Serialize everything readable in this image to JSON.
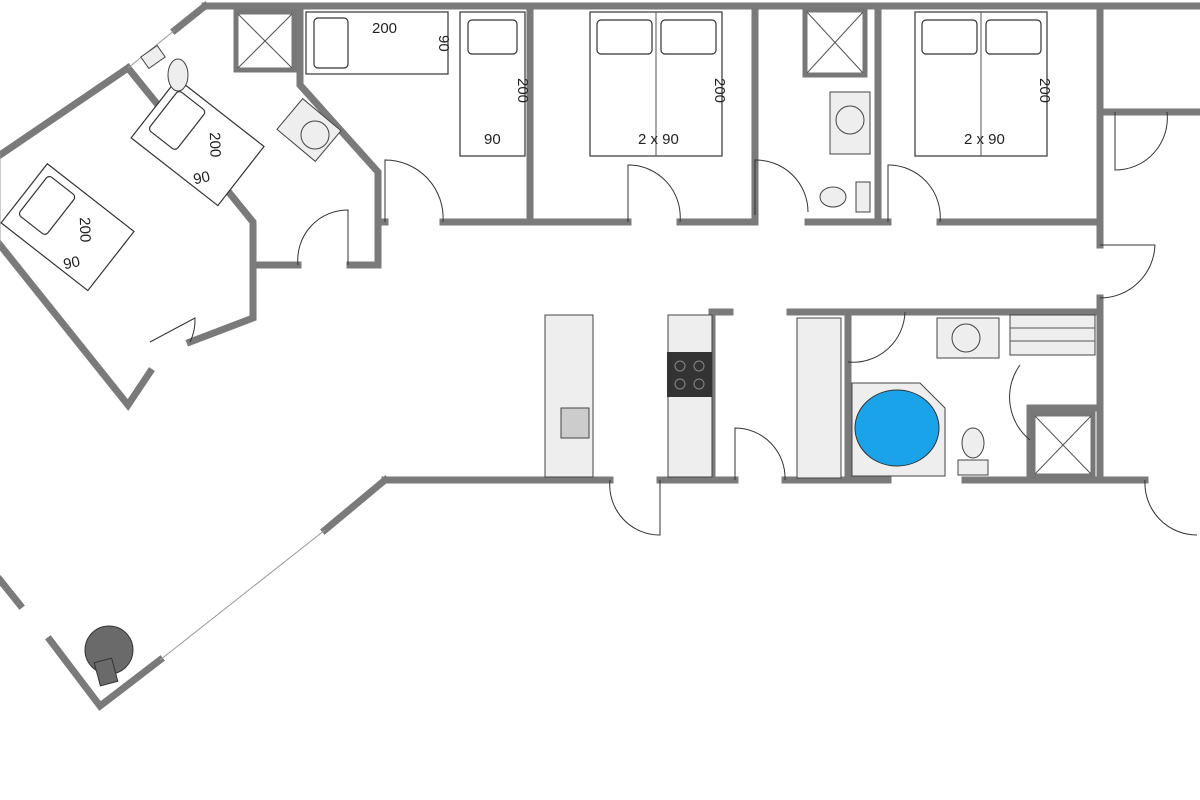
{
  "plan": {
    "beds": [
      {
        "length": "200",
        "width": "90"
      },
      {
        "length": "200",
        "width": "90"
      },
      {
        "length": "200",
        "width": "90"
      },
      {
        "length": "200",
        "width": "90"
      },
      {
        "length": "200",
        "width": "2 x 90"
      },
      {
        "length": "200",
        "width": "2 x 90"
      }
    ],
    "bath_color": "#1aa3e8"
  }
}
